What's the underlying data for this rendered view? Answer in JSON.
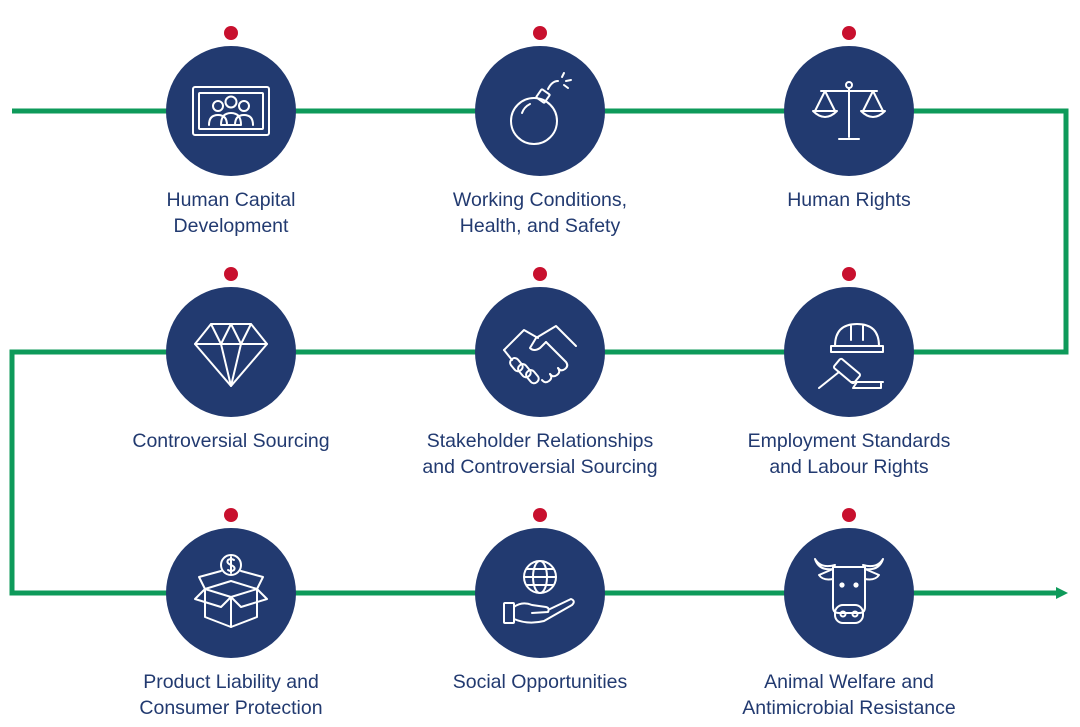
{
  "colors": {
    "path": "#0e9a5a",
    "circle": "#223a70",
    "dot": "#c8102e",
    "text": "#223a70"
  },
  "nodes": [
    {
      "icon": "money-bill-people-icon",
      "lines": [
        "Human Capital",
        "Development"
      ]
    },
    {
      "icon": "bomb-icon",
      "lines": [
        "Working Conditions,",
        "Health, and Safety"
      ]
    },
    {
      "icon": "scales-of-justice-icon",
      "lines": [
        "Human Rights"
      ]
    },
    {
      "icon": "diamond-icon",
      "lines": [
        "Controversial Sourcing"
      ]
    },
    {
      "icon": "handshake-icon",
      "lines": [
        "Stakeholder Relationships",
        "and Controversial Sourcing"
      ]
    },
    {
      "icon": "hardhat-gavel-icon",
      "lines": [
        "Employment Standards",
        "and Labour Rights"
      ]
    },
    {
      "icon": "dollar-box-icon",
      "lines": [
        "Product Liability and",
        "Consumer Protection"
      ]
    },
    {
      "icon": "globe-hand-icon",
      "lines": [
        "Social Opportunities"
      ]
    },
    {
      "icon": "cow-icon",
      "lines": [
        "Animal Welfare and",
        "Antimicrobial Resistance"
      ]
    }
  ]
}
